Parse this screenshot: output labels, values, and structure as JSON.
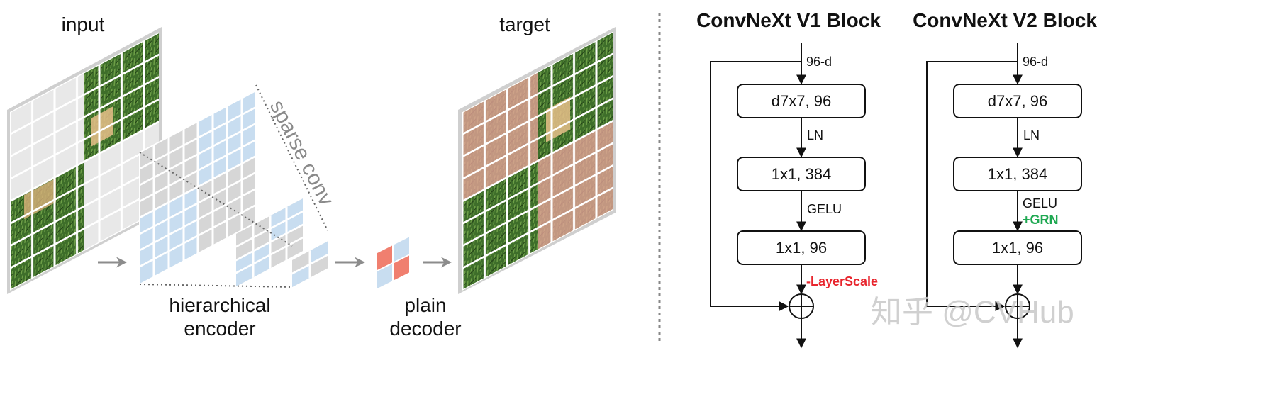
{
  "left": {
    "input_label": "input",
    "target_label": "target",
    "sparse_conv_label": "sparse conv",
    "encoder_line1": "hierarchical",
    "encoder_line2": "encoder",
    "decoder_line1": "plain",
    "decoder_line2": "decoder"
  },
  "v1": {
    "title": "ConvNeXt V1 Block",
    "input_dim": "96-d",
    "box1": "d7x7, 96",
    "ln": "LN",
    "box2": "1x1, 384",
    "act": "GELU",
    "box3": "1x1, 96",
    "note": "-LayerScale"
  },
  "v2": {
    "title": "ConvNeXt V2 Block",
    "input_dim": "96-d",
    "box1": "d7x7, 96",
    "ln": "LN",
    "box2": "1x1, 384",
    "act": "GELU",
    "grn": "+GRN",
    "box3": "1x1, 96"
  },
  "watermark": "知乎 @CVHub",
  "colors": {
    "masked_patch": "#e8e8e8",
    "kept_cell": "#c8ddf0",
    "decoder_red": "#f07f6f",
    "grass": "#3e6e2a",
    "target_tint": "#e8a39a",
    "note_red": "#e8262e",
    "note_green": "#1ea851",
    "arrow_gray": "#8c8c8c"
  }
}
